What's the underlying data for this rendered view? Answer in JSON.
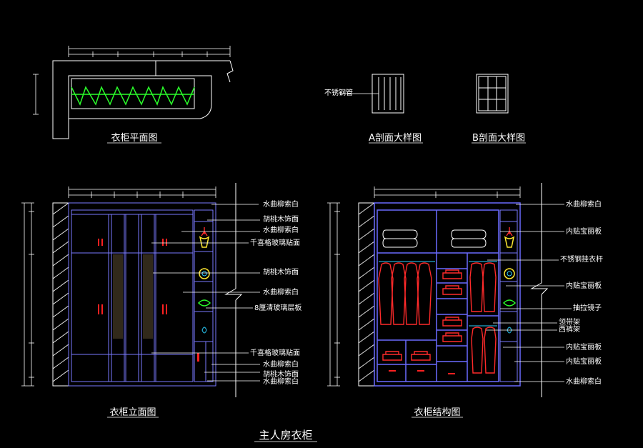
{
  "drawing": {
    "main_title": "主人房衣柜",
    "plan_title": "衣柜平面图",
    "section_a_title": "A剖面大样图",
    "section_b_title": "B剖面大样图",
    "elevation_title": "衣柜立面图",
    "structure_title": "衣柜结构图",
    "section_a_label": "不锈钢管"
  },
  "elevation_labels": [
    "水曲柳索白",
    "胡桃木饰面",
    "水曲柳索白",
    "千喜格玻璃贴面",
    "胡桃木饰面",
    "水曲柳索白",
    "8厘清玻璃层板",
    "千喜格玻璃贴面",
    "水曲柳索白",
    "胡桃木饰面",
    "水曲柳索白"
  ],
  "structure_labels": [
    "水曲柳索白",
    "内贴宝丽板",
    "不锈钢挂衣杆",
    "内贴宝丽板",
    "抽拉镜子",
    "领带架",
    "西裤架",
    "内贴宝丽板",
    "内贴宝丽板",
    "水曲柳索白"
  ],
  "colors": {
    "background": "#000000",
    "lines": "#ffffff",
    "structure": "#7a7aff",
    "hangers": "#2aff2a",
    "clothes": "#ff2a2a",
    "ornament": "#ffe830"
  }
}
